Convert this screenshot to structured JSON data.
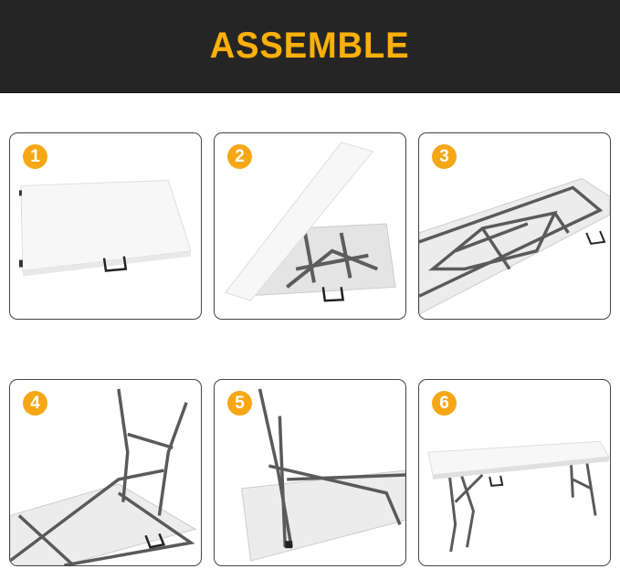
{
  "header": {
    "title": "ASSEMBLE",
    "background_color": "#252525",
    "title_color": "#fdb009"
  },
  "steps": [
    {
      "number": "1",
      "description": "folded table lying closed with carry handle"
    },
    {
      "number": "2",
      "description": "table top opening to reveal folded frame"
    },
    {
      "number": "3",
      "description": "table fully opened upside down with legs folded"
    },
    {
      "number": "4",
      "description": "first leg pair unfolded upright"
    },
    {
      "number": "5",
      "description": "second leg pair unfolded upright"
    },
    {
      "number": "6",
      "description": "table standing upright fully assembled"
    }
  ],
  "badge_color": "#f6a716"
}
